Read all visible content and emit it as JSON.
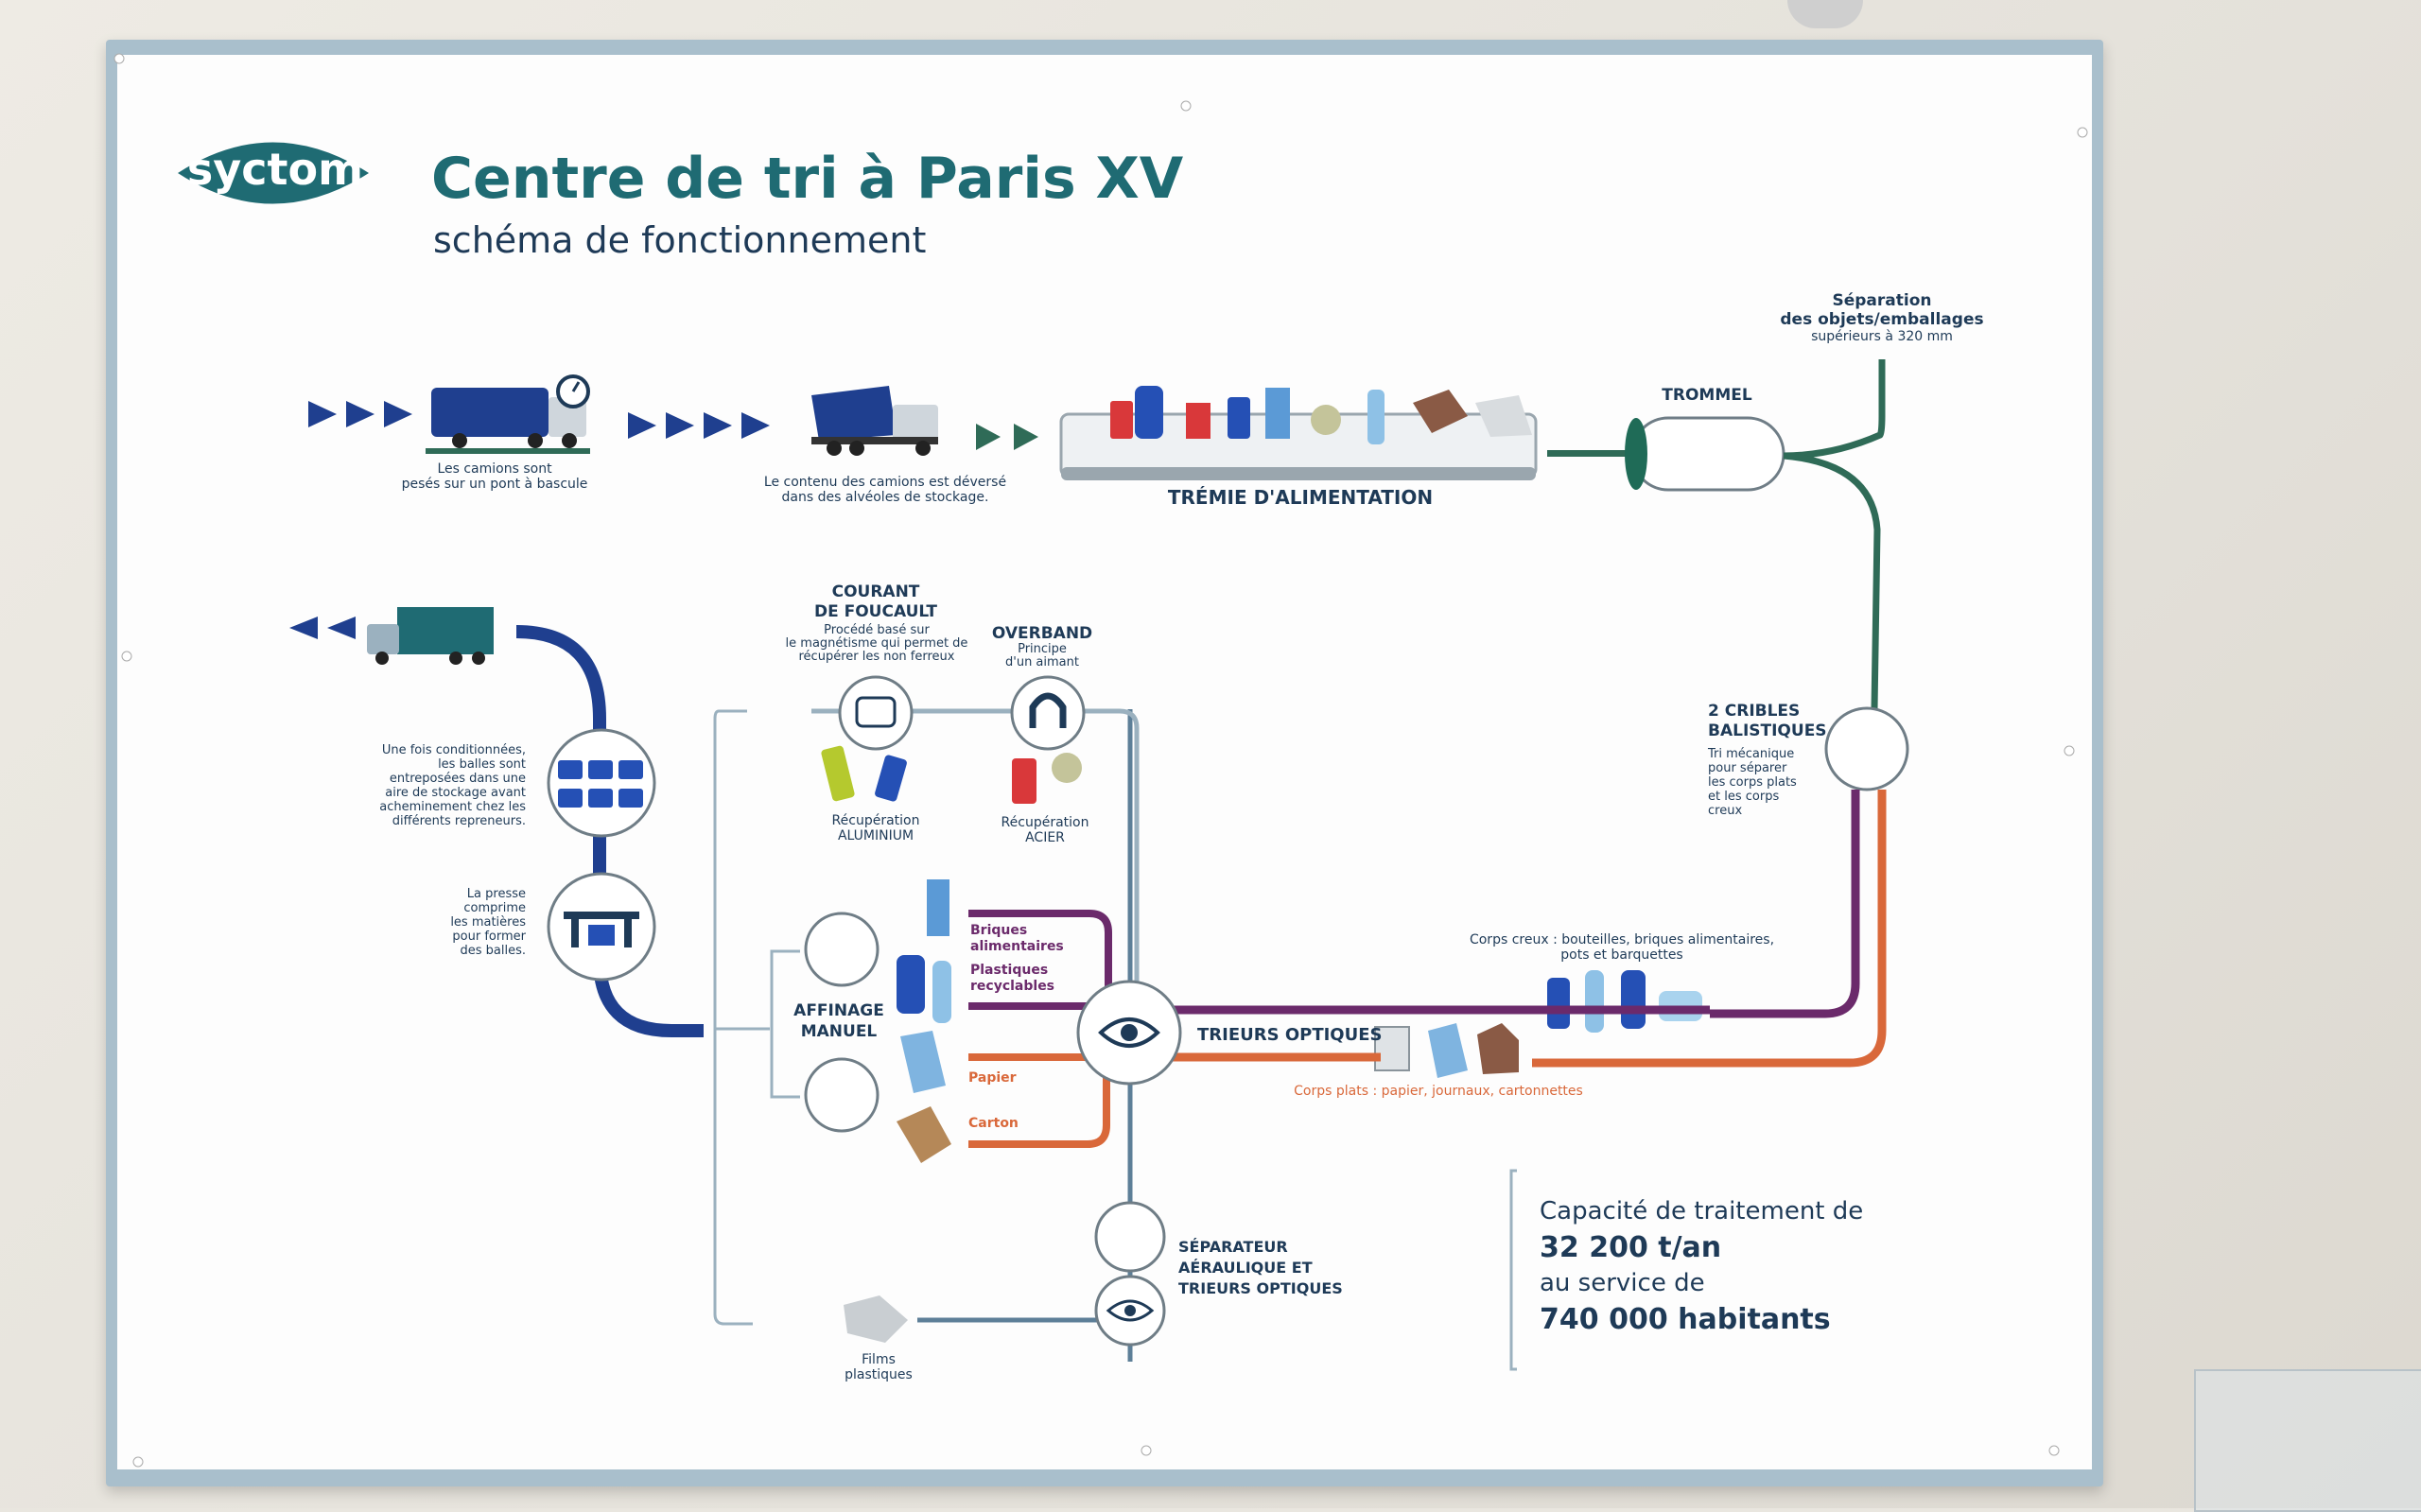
{
  "brand": {
    "logo_text": "syctom"
  },
  "header": {
    "title": "Centre de tri à Paris XV",
    "subtitle": "schéma de fonctionnement"
  },
  "steps": {
    "weigh": "Les camions sont\npesés sur un pont à bascule",
    "dump": "Le contenu des camions est déversé\ndans des alvéoles de stockage.",
    "hopper": "TRÉMIE D'ALIMENTATION",
    "trommel": "TROMMEL",
    "separation": "Séparation\ndes objets/emballages",
    "separation_sub": "supérieurs à 320 mm",
    "cribles_title": "2 CRIBLES\nBALISTIQUES",
    "cribles_desc": "Tri mécanique\npour séparer\nles corps plats\net les corps\ncreux",
    "corps_creux": "Corps creux : bouteilles, briques alimentaires,\npots et barquettes",
    "corps_plats": "Corps plats : papier, journaux, cartonnettes",
    "trieurs": "TRIEURS OPTIQUES",
    "foucault_title": "COURANT\nDE FOUCAULT",
    "foucault_desc": "Procédé basé sur\nle magnétisme qui permet de\nrécupérer les non ferreux",
    "overband_title": "OVERBAND",
    "overband_desc": "Principe\nd'un aimant",
    "alu": "Récupération\nALUMINIUM",
    "acier": "Récupération\nACIER",
    "affinage": "AFFINAGE\nMANUEL",
    "briques": "Briques\nalimentaires",
    "plastiques": "Plastiques\nrecyclables",
    "papier": "Papier",
    "carton": "Carton",
    "separateur": "SÉPARATEUR\nAÉRAULIQUE ET\nTRIEURS OPTIQUES",
    "films": "Films\nplastiques",
    "presse": "La presse\ncomprime\nles matières\npour former\ndes balles.",
    "balles": "Une fois conditionnées,\nles balles sont\nentreposées dans une\naire de stockage avant\nacheminement chez les\ndifférents repreneurs."
  },
  "capacity": {
    "line1": "Capacité de traitement de",
    "line2": "32 200 t/an",
    "line3": "au service de",
    "line4": "740 000 habitants"
  },
  "colors": {
    "navy": "#1f3f8f",
    "teal": "#1f6b73",
    "green": "#2f6b57",
    "purple": "#6b2a6b",
    "orange": "#d9683a",
    "steel": "#9bb1bf",
    "text": "#1e3a57"
  }
}
